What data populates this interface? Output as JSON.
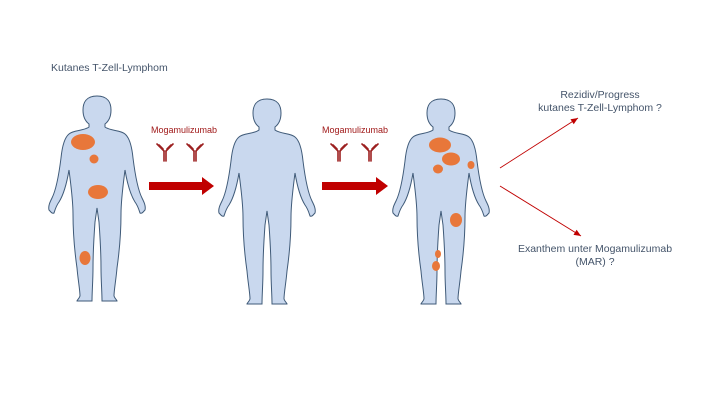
{
  "diagram": {
    "title": "Kutanes T-Zell-Lymphom",
    "treatment_label_1": "Mogamulizumab",
    "treatment_label_2": "Mogamulizumab",
    "outcome_progress": {
      "line1": "Rezidiv/Progress",
      "line2": "kutanes T-Zell-Lymphom ?"
    },
    "outcome_rash": {
      "line1": "Exanthem unter Mogamulizumab",
      "line2": "(MAR) ?"
    }
  },
  "colors": {
    "body_fill": "#c9d8ee",
    "body_stroke": "#3f5a78",
    "lesion": "#e8773a",
    "arrow": "#c00000",
    "antibody": "#9c2020",
    "text_label": "#44546a",
    "drug_label": "#a01919"
  }
}
